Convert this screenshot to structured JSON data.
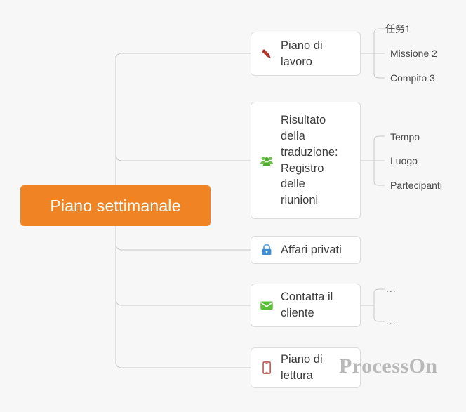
{
  "colors": {
    "background": "#f7f7f7",
    "root_fill": "#f08324",
    "root_text": "#ffffff",
    "node_fill": "#ffffff",
    "node_border": "#dcdcdc",
    "node_text": "#3c3c3c",
    "leaf_text": "#4a4a4a",
    "connector": "#c8c8c8",
    "watermark": "#b9b9b9",
    "icon_pencil": "#c0392b",
    "icon_group": "#5cbf3a",
    "icon_lock": "#4a9fe0",
    "icon_envelope": "#5cbf3a",
    "icon_book": "#c0504d"
  },
  "mindmap": {
    "root": {
      "label": "Piano settimanale"
    },
    "branches": [
      {
        "id": "piano-di-lavoro",
        "label": "Piano di\nlavoro",
        "icon": "pencil-icon",
        "children": [
          {
            "label": "任务1"
          },
          {
            "label": "Missione 2"
          },
          {
            "label": "Compito 3"
          }
        ]
      },
      {
        "id": "risultato-della-traduzione",
        "label": "Risultato\ndella\ntraduzione:\nRegistro\ndelle\nriunioni",
        "icon": "group-icon",
        "children": [
          {
            "label": "Tempo"
          },
          {
            "label": "Luogo"
          },
          {
            "label": "Partecipanti"
          }
        ]
      },
      {
        "id": "affari-privati",
        "label": "Affari privati",
        "icon": "lock-icon",
        "children": []
      },
      {
        "id": "contatta-il-cliente",
        "label": "Contatta il\ncliente",
        "icon": "envelope-icon",
        "children": [
          {
            "label": "..."
          },
          {
            "label": "..."
          }
        ]
      },
      {
        "id": "piano-di-lettura",
        "label": "Piano di\nlettura",
        "icon": "book-icon",
        "children": []
      }
    ]
  },
  "watermark": {
    "text": "ProcessOn"
  }
}
